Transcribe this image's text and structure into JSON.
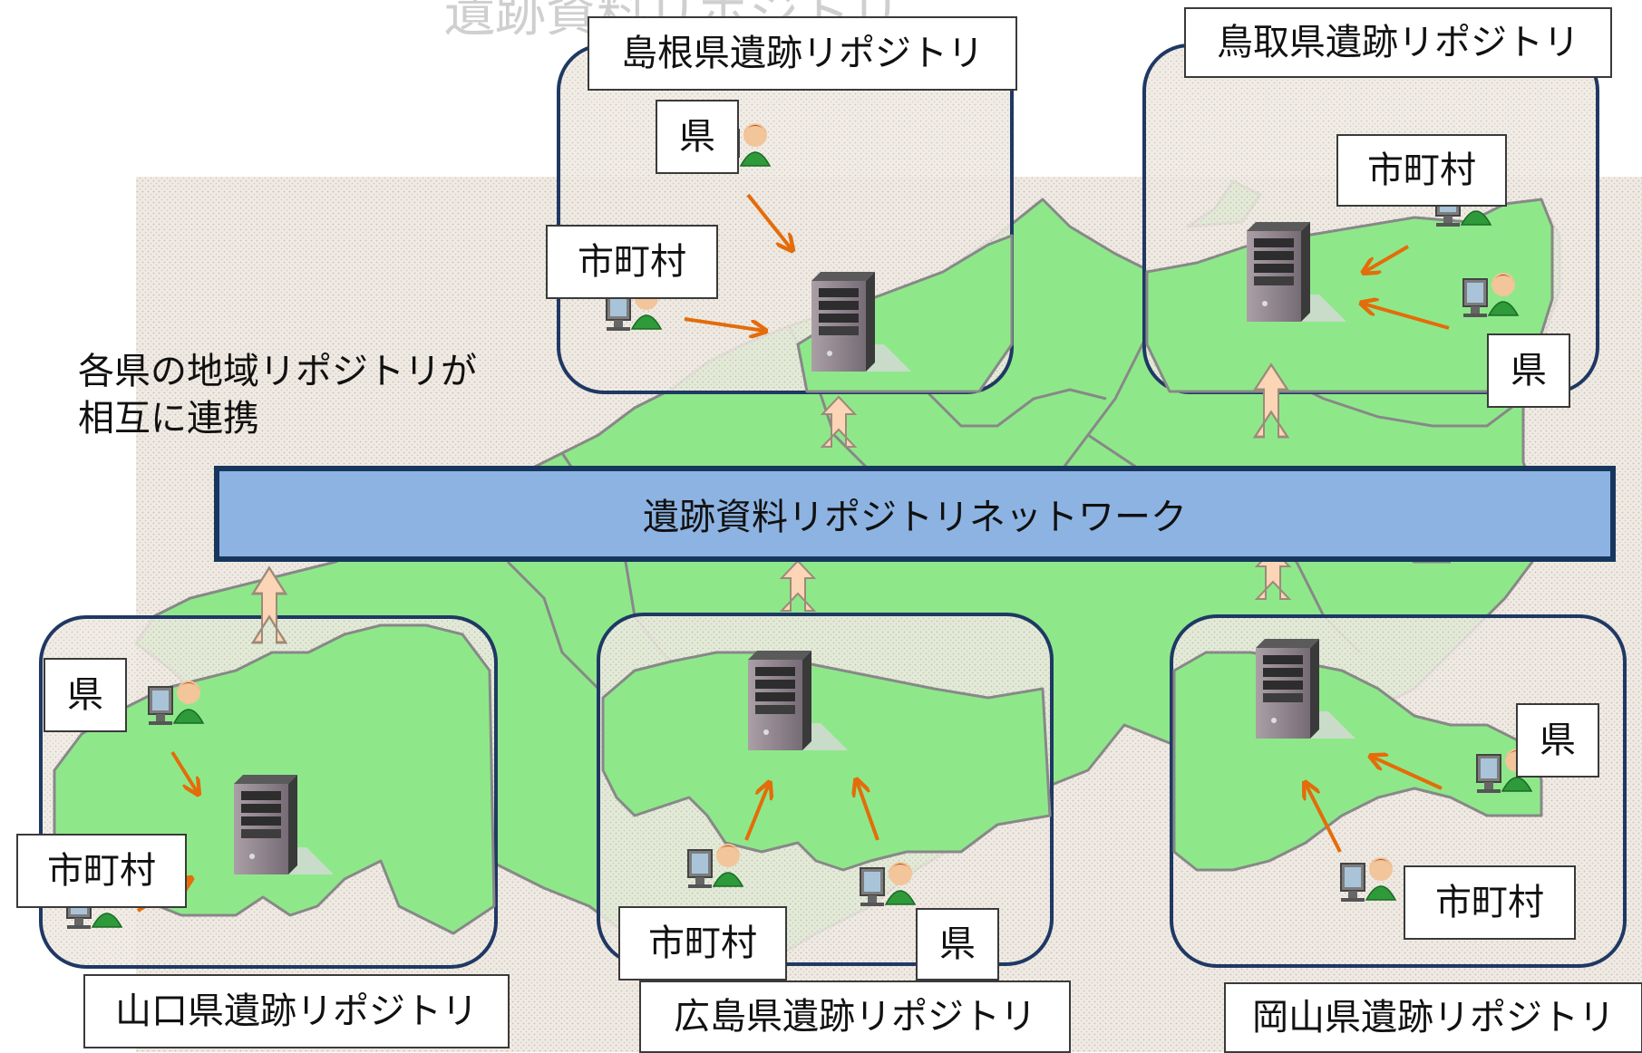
{
  "header_fragment": "遺跡資料リポジトリ",
  "caption": {
    "line1": "各県の地域リポジトリが",
    "line2": "相互に連携"
  },
  "network_label": "遺跡資料リポジトリネットワーク",
  "repositories": {
    "shimane": {
      "title": "島根県遺跡リポジトリ",
      "pref_label": "県",
      "muni_label": "市町村"
    },
    "tottori": {
      "title": "鳥取県遺跡リポジトリ",
      "pref_label": "県",
      "muni_label": "市町村"
    },
    "yamaguchi": {
      "title": "山口県遺跡リポジトリ",
      "pref_label": "県",
      "muni_label": "市町村"
    },
    "hiroshima": {
      "title": "広島県遺跡リポジトリ",
      "pref_label": "県",
      "muni_label": "市町村"
    },
    "okayama": {
      "title": "岡山県遺跡リポジトリ",
      "pref_label": "県",
      "muni_label": "市町村"
    }
  },
  "colors": {
    "land": "#8ee88a",
    "sea": "#ece7df",
    "box_border": "#1f3864",
    "network_fill": "#8db3e2",
    "network_border": "#17365d",
    "link_arrow": "#fbd5b5",
    "flow_arrow": "#e46c0a"
  }
}
